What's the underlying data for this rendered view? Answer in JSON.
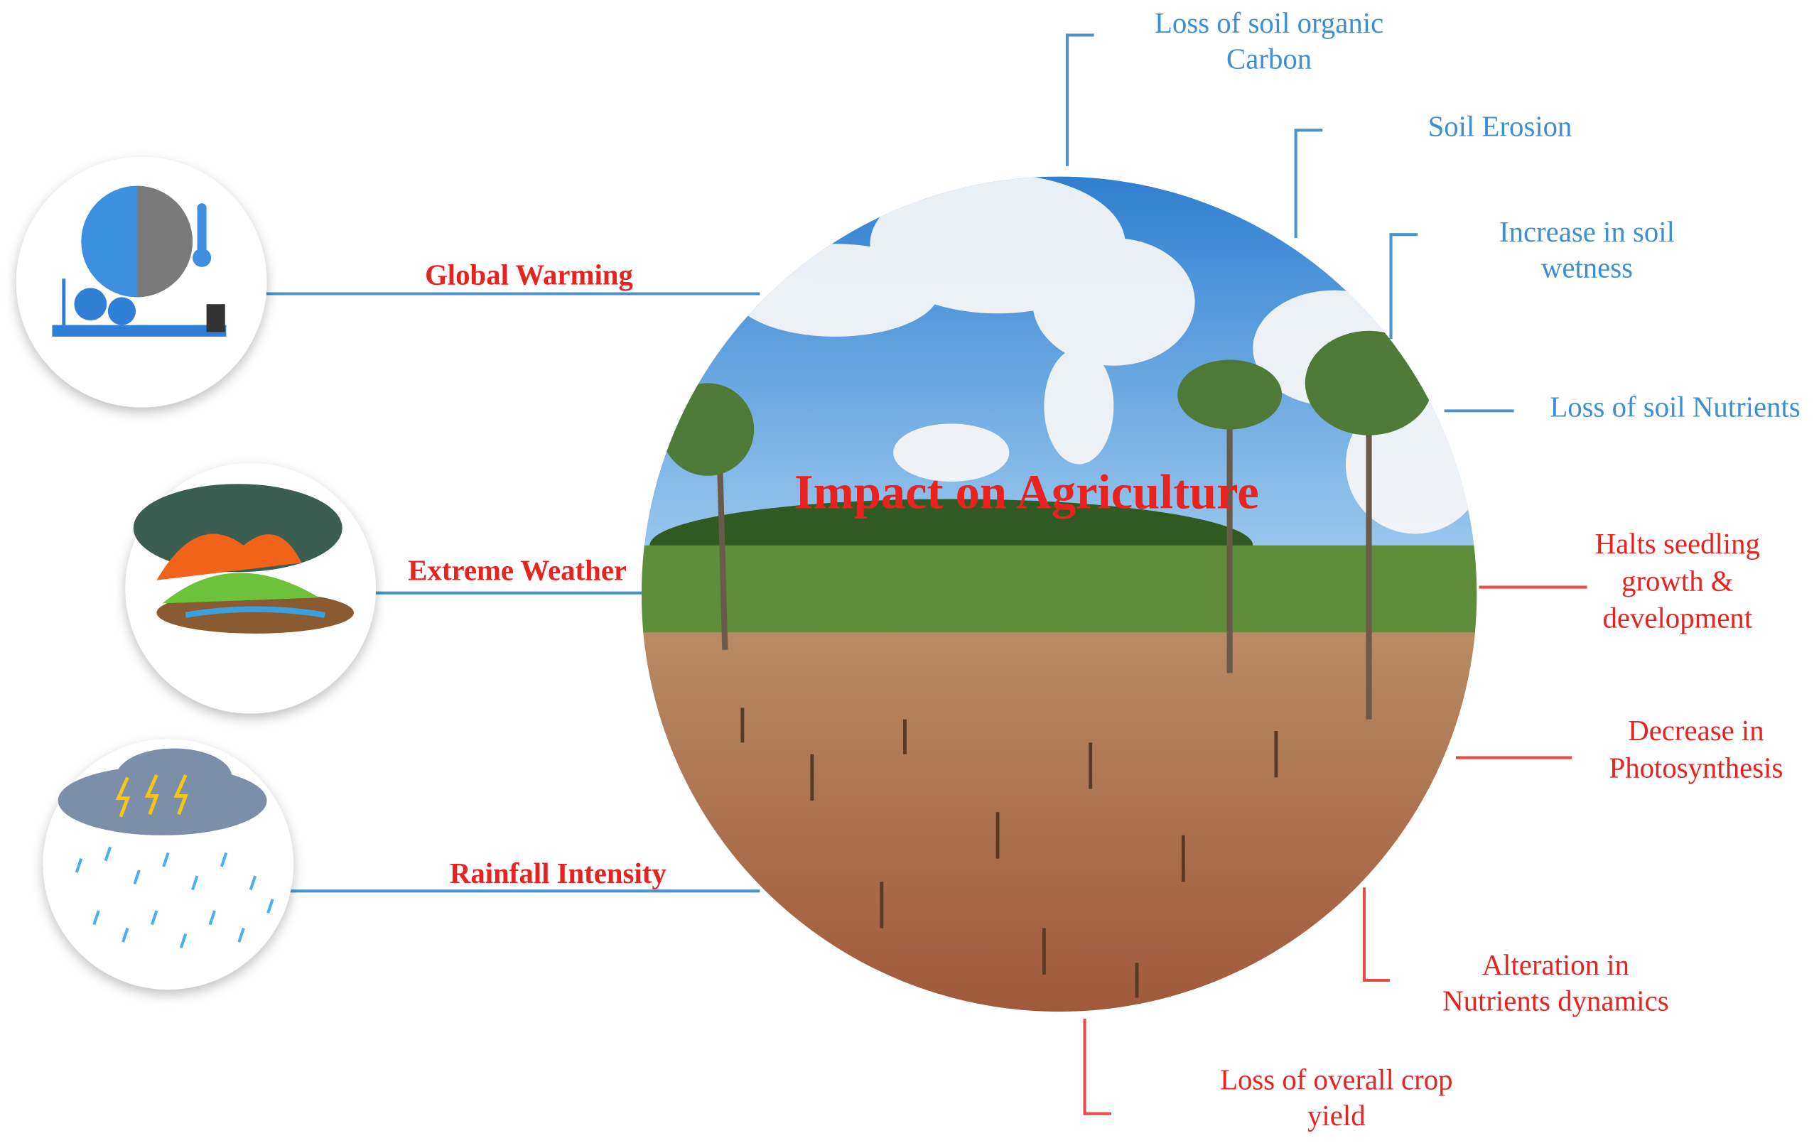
{
  "title": "Impact on Agriculture",
  "causes": [
    {
      "label": "Global Warming",
      "icon": "globe-warming-icon"
    },
    {
      "label": "Extreme Weather",
      "icon": "wildfire-storm-icon"
    },
    {
      "label": "Rainfall Intensity",
      "icon": "storm-rain-icon"
    }
  ],
  "soil_effects": [
    {
      "lines": [
        "Loss of soil organic",
        "Carbon"
      ]
    },
    {
      "lines": [
        "Soil Erosion"
      ]
    },
    {
      "lines": [
        "Increase in soil",
        "wetness"
      ]
    },
    {
      "lines": [
        "Loss of soil Nutrients"
      ]
    }
  ],
  "crop_effects": [
    {
      "lines": [
        "Halts seedling",
        "growth &",
        "development"
      ]
    },
    {
      "lines": [
        "Decrease in",
        "Photosynthesis"
      ]
    },
    {
      "lines": [
        "Alteration in",
        "Nutrients dynamics"
      ]
    },
    {
      "lines": [
        "Loss of overall crop",
        "yield"
      ]
    }
  ],
  "colors": {
    "blue": "#3d8fd4",
    "red": "#e8231f"
  }
}
